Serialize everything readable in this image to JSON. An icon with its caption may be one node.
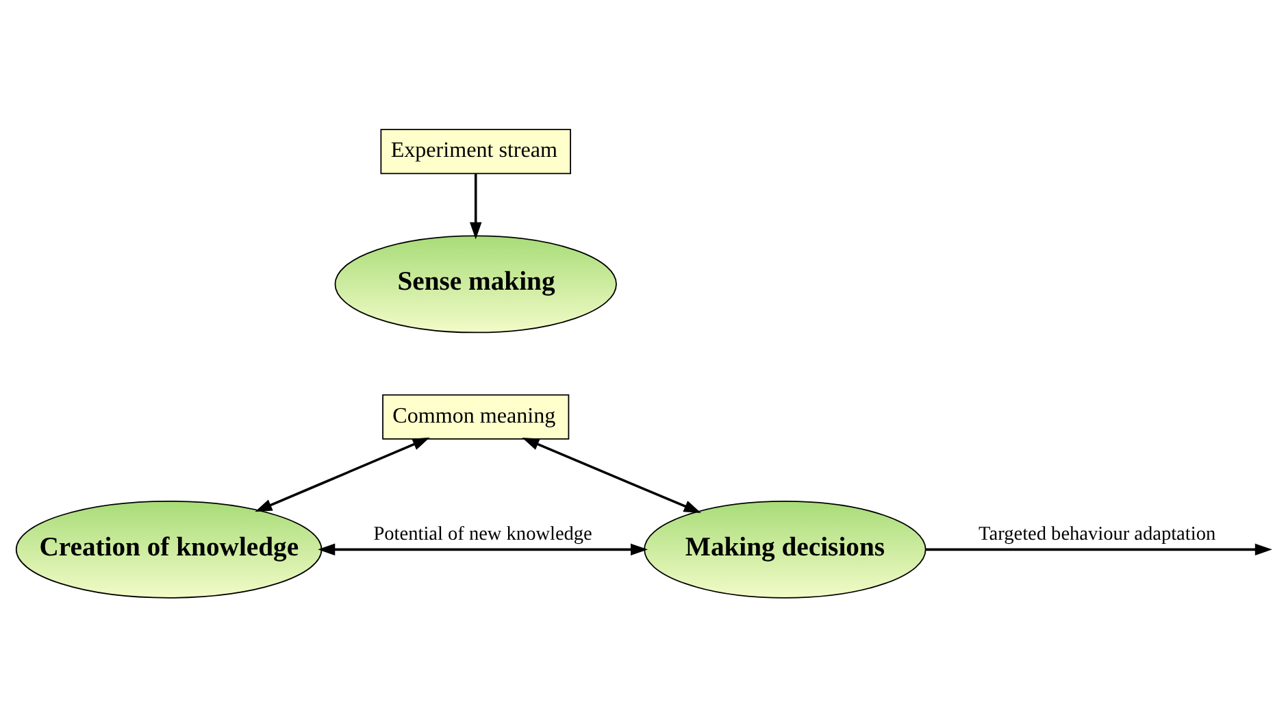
{
  "diagram": {
    "nodes": [
      {
        "text": [
          "Experiment stream"
        ]
      },
      {
        "text": [
          "Sense making"
        ]
      },
      {
        "text": [
          "Common meaning"
        ]
      },
      {
        "text": [
          "Creation of knowledge"
        ]
      },
      {
        "text": [
          "Making decisions"
        ]
      }
    ],
    "edges": [
      {
        "from": 0,
        "to": 1,
        "arrow": "to"
      },
      {
        "from": 2,
        "to": 3,
        "arrow": "both"
      },
      {
        "from": 2,
        "to": 4,
        "arrow": "both"
      },
      {
        "from": 3,
        "to": 4,
        "arrow": "both",
        "label": "Potential of new knowledge"
      },
      {
        "from": 4,
        "to": null,
        "arrow": "to",
        "label": "Targeted behaviour adaptation"
      }
    ]
  }
}
